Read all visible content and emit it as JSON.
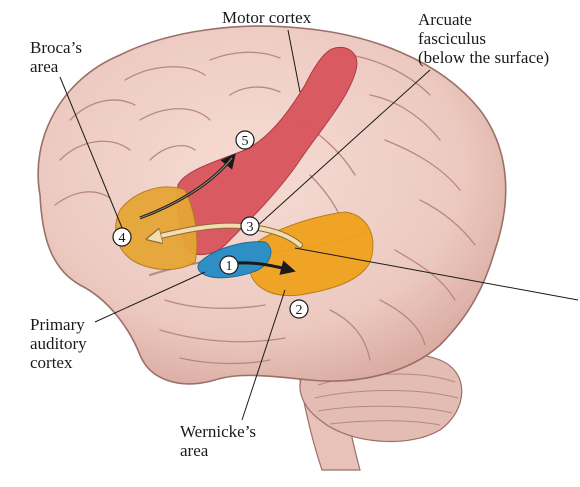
{
  "labels": {
    "motor_cortex": "Motor cortex",
    "broca": [
      "Broca’s",
      "area"
    ],
    "arcuate": [
      "Arcuate",
      "fasciculus",
      "(below the surface)"
    ],
    "primary_auditory": [
      "Primary",
      "auditory",
      "cortex"
    ],
    "wernicke": [
      "Wernicke’s",
      "area"
    ]
  },
  "steps": [
    "1",
    "2",
    "3",
    "4",
    "5"
  ],
  "colors": {
    "brain_fill": "#ecc9c0",
    "brain_outline": "#9a7068",
    "sulcus": "#b88880",
    "motor_cortex": "#d9545c",
    "broca_area": "#e6a536",
    "wernicke_area": "#f0a21e",
    "primary_auditory": "#2f8fc4",
    "cerebellum": "#e3bcb3",
    "arrow_dark": "#1a1a1a",
    "arrow_cream": "#f3ddb0"
  }
}
